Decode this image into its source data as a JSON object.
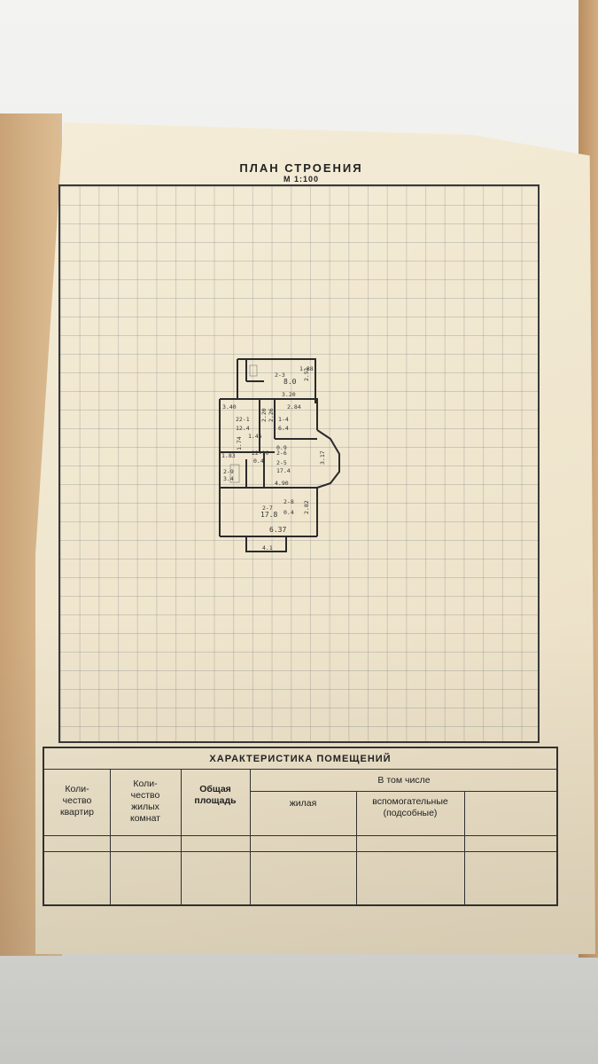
{
  "plan_page": {
    "title": "ПЛАН СТРОЕНИЯ",
    "scale": "М 1:100"
  },
  "floor_plan": {
    "labels": [
      "1.88",
      "3.20",
      "2-3",
      "8.0",
      "2.51",
      "3.40",
      "2.84",
      "2.20",
      "2.26",
      "22-1",
      "12.4",
      "1-4",
      "6.4",
      "1.45",
      "1.74",
      "1.83",
      "22-10",
      "0.9",
      "2-6",
      "0.4",
      "2-5",
      "17.4",
      "3.17",
      "2-9",
      "3.4",
      "4.90",
      "2-7",
      "2-8",
      "17.8",
      "0.4",
      "2.82",
      "6.37",
      "4.1"
    ]
  },
  "table": {
    "title": "ХАРАКТЕРИСТИКА ПОМЕЩЕНИЙ",
    "headers": {
      "apartments": "Коли-\nчество\nквартир",
      "rooms": "Коли-\nчество\nжилых\nкомнат",
      "total_area": "Общая\nплощадь",
      "including": "В том числе",
      "living": "жилая",
      "auxiliary": "вспомогательные\n(подсобные)"
    }
  }
}
